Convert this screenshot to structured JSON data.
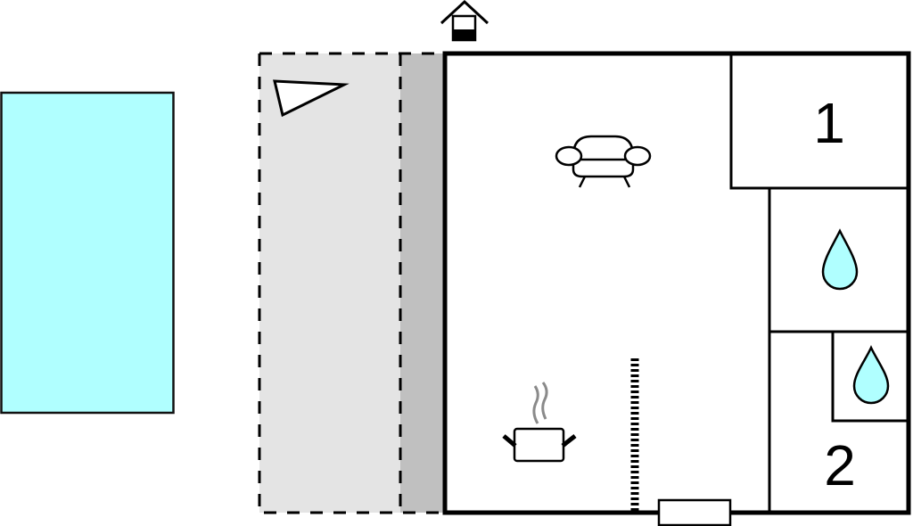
{
  "floorplan": {
    "rooms": [
      {
        "id": "bedroom-1",
        "label": "1"
      },
      {
        "id": "bedroom-2",
        "label": "2"
      }
    ],
    "icons": [
      "well-icon",
      "terrace-triangle-icon",
      "sofa-icon",
      "water-drop-icon",
      "water-drop-icon",
      "cooking-pot-icon"
    ],
    "colors": {
      "pool": "#b0ffff",
      "terrace": "#e4e4e4",
      "covered_terrace": "#c0c0c0",
      "wall": "#000000",
      "water_drop": "#b0ffff",
      "steam": "#8a8a8a"
    }
  }
}
